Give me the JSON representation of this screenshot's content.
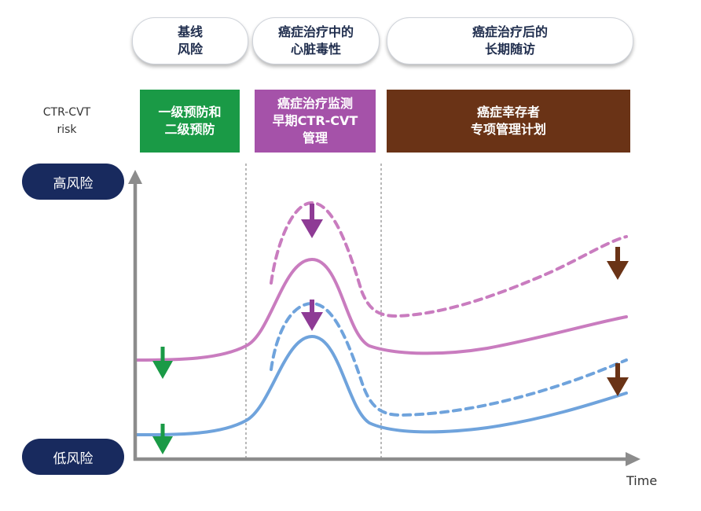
{
  "phases": {
    "baseline": [
      "基线",
      "风险"
    ],
    "during": [
      "癌症治疗中的",
      "心脏毒性"
    ],
    "after": [
      "癌症治疗后的",
      "长期随访"
    ]
  },
  "strategies": {
    "prevention": {
      "lines": [
        "一级预防和",
        "二级预防"
      ],
      "color": "#1a9a46"
    },
    "monitoring": {
      "lines": [
        "癌症治疗监测",
        "早期CTR-CVT",
        "管理"
      ],
      "color": "#a552a9"
    },
    "survivorship": {
      "lines": [
        "癌症幸存者",
        "专项管理计划"
      ],
      "color": "#6a3316"
    }
  },
  "risk_axis": {
    "label": [
      "CTR-CVT",
      "risk"
    ],
    "high": "高风险",
    "low": "低风险",
    "pill_color": "#182a5e"
  },
  "time_axis": {
    "label": "Time"
  },
  "curves": {
    "high_risk_color": "#c97cbf",
    "low_risk_color": "#6fa3dc",
    "axis_color": "#8c8c8c"
  },
  "arrow_colors": {
    "prevention": "#1a9a46",
    "monitoring": "#8e3b95",
    "survivorship": "#6a3316"
  }
}
